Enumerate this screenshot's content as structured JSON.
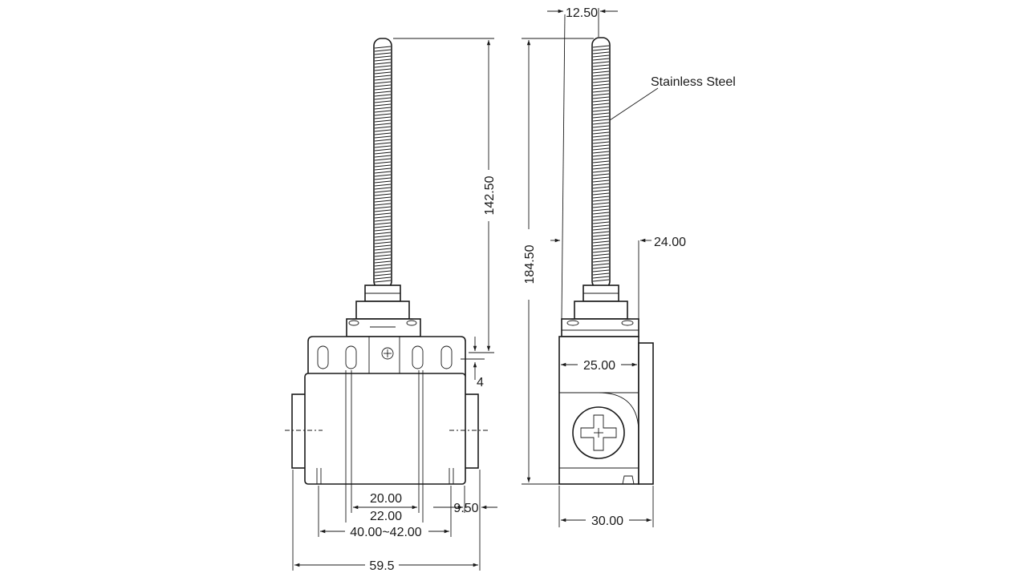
{
  "dimensions": {
    "d_12_50": "12.50",
    "d_142_50": "142.50",
    "d_184_50": "184.50",
    "d_24_00": "24.00",
    "d_25_00": "25.00",
    "d_4": "4",
    "d_20_00": "20.00",
    "d_22_00": "22.00",
    "d_9_50": "9.50",
    "d_40_42": "40.00~42.00",
    "d_59_5": "59.5",
    "d_30_00": "30.00"
  },
  "labels": {
    "material": "Stainless Steel"
  }
}
